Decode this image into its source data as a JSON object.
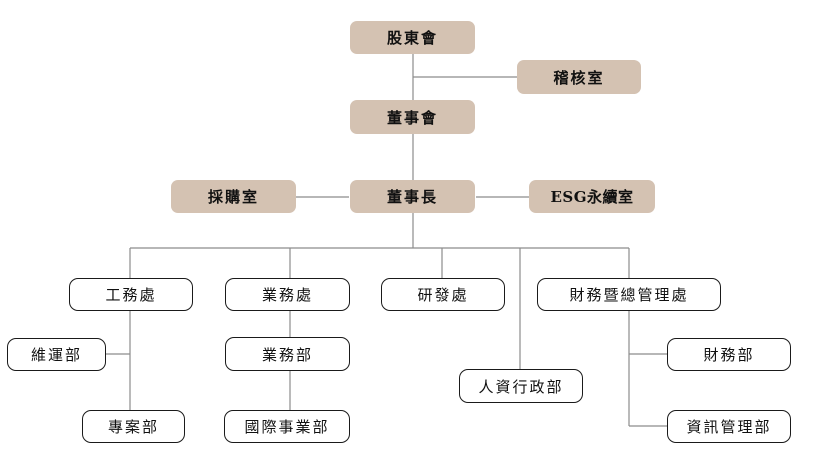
{
  "colors": {
    "header_fill": "#d4c2b2",
    "outline": "#1a1a1a",
    "connector": "#8c8c8c"
  },
  "org": {
    "shareholders": "股東會",
    "audit": "稽核室",
    "board": "董事會",
    "chairman": "董事長",
    "procurement": "採購室",
    "esg": "ESG永續室",
    "engineering": "工務處",
    "operations": "維運部",
    "projects": "專案部",
    "business_division": "業務處",
    "business_dept": "業務部",
    "international": "國際事業部",
    "rnd": "研發處",
    "hr_admin": "人資行政部",
    "finance_division": "財務暨總管理處",
    "finance_dept": "財務部",
    "it_dept": "資訊管理部"
  }
}
